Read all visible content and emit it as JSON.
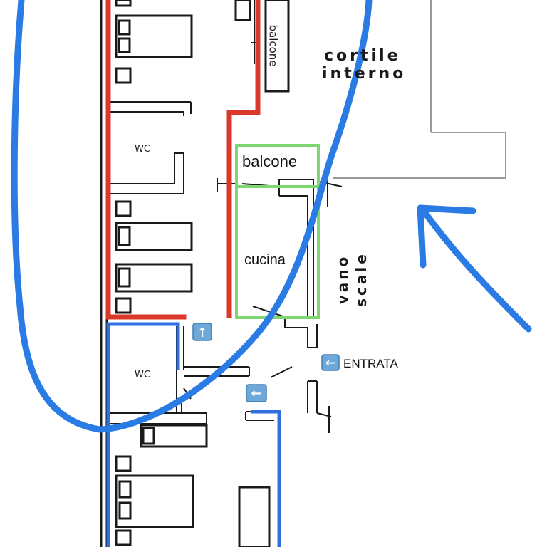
{
  "labels": {
    "balcony_small": "balcone",
    "courtyard_line1": "cortile",
    "courtyard_line2": "interno",
    "wc_upper": "WC",
    "wc_lower": "WC",
    "balcony_green": "balcone",
    "kitchen": "cucina",
    "stair_line1": "vano",
    "stair_line2": "scale",
    "entrance": "ENTRATA"
  },
  "icons": {
    "up_arrow": "↑",
    "left_arrow_entrance": "←",
    "left_arrow_corridor": "←"
  },
  "colors": {
    "red_outline": "#d9382a",
    "blue_outline": "#2f6fe0",
    "blue_annotation": "#2a7be4",
    "green_outline": "#7fd86f",
    "arrow_badge": "#6ea8d8"
  }
}
